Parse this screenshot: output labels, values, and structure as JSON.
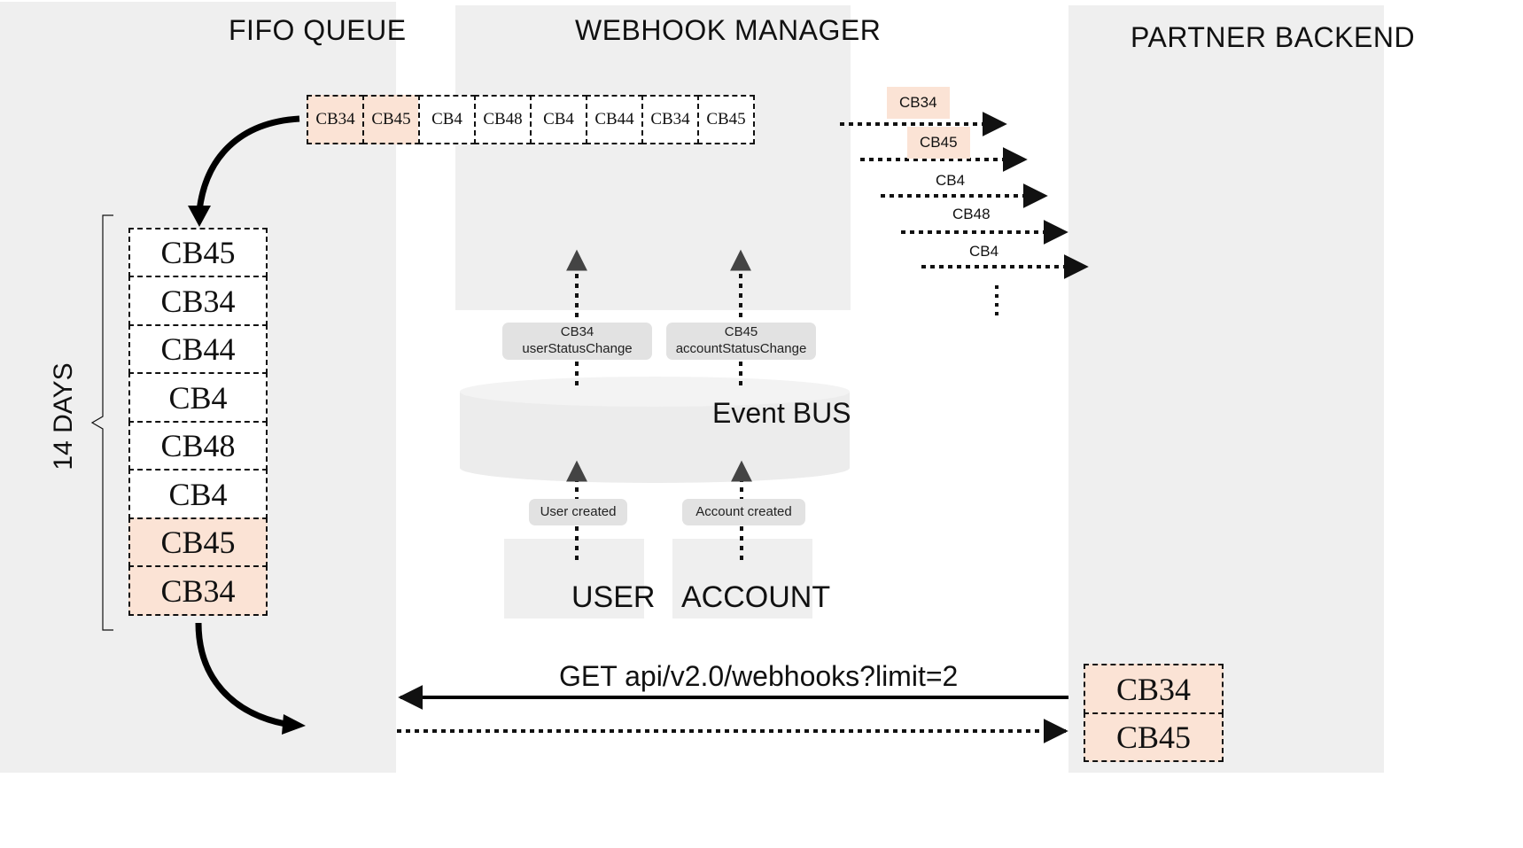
{
  "fifo_queue": {
    "title": "FIFO QUEUE",
    "duration_label": "14 DAYS",
    "stack": [
      {
        "label": "CB45",
        "highlighted": false
      },
      {
        "label": "CB34",
        "highlighted": false
      },
      {
        "label": "CB44",
        "highlighted": false
      },
      {
        "label": "CB4",
        "highlighted": false
      },
      {
        "label": "CB48",
        "highlighted": false
      },
      {
        "label": "CB4",
        "highlighted": false
      },
      {
        "label": "CB45",
        "highlighted": true
      },
      {
        "label": "CB34",
        "highlighted": true
      }
    ]
  },
  "webhook_manager": {
    "title": "WEBHOOK MANAGER",
    "queue": [
      {
        "label": "CB34",
        "highlighted": true
      },
      {
        "label": "CB45",
        "highlighted": true
      },
      {
        "label": "CB4",
        "highlighted": false
      },
      {
        "label": "CB48",
        "highlighted": false
      },
      {
        "label": "CB4",
        "highlighted": false
      },
      {
        "label": "CB44",
        "highlighted": false
      },
      {
        "label": "CB34",
        "highlighted": false
      },
      {
        "label": "CB45",
        "highlighted": false
      }
    ],
    "event_left": {
      "id": "CB34",
      "name": "userStatusChange"
    },
    "event_right": {
      "id": "CB45",
      "name": "accountStatusChange"
    }
  },
  "event_bus": {
    "label": "Event BUS"
  },
  "sources": {
    "user": {
      "label": "USER",
      "event": "User created"
    },
    "account": {
      "label": "ACCOUNT",
      "event": "Account created"
    }
  },
  "partner_backend": {
    "title": "PARTNER BACKEND",
    "deliveries": [
      {
        "label": "CB34",
        "highlighted": true
      },
      {
        "label": "CB45",
        "highlighted": true
      },
      {
        "label": "CB4",
        "highlighted": false
      },
      {
        "label": "CB48",
        "highlighted": false
      },
      {
        "label": "CB4",
        "highlighted": false
      }
    ],
    "received": [
      {
        "label": "CB34"
      },
      {
        "label": "CB45"
      }
    ]
  },
  "request": {
    "label": "GET api/v2.0/webhooks?limit=2"
  },
  "colors": {
    "panel": "#efefef",
    "highlight": "#fbe3d5",
    "pill": "#e2e2e2",
    "ink": "#111111"
  }
}
